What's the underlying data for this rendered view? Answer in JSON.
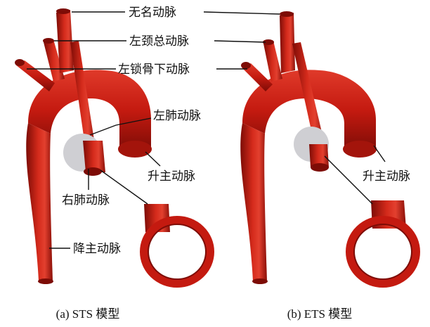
{
  "panels": [
    {
      "caption": "(a) STS 模型",
      "labels": {
        "innominate_artery": "无名动脉",
        "left_common_carotid_artery": "左颈总动脉",
        "left_subclavian_artery": "左锁骨下动脉",
        "left_pulmonary_artery": "左肺动脉",
        "ascending_aorta": "升主动脉",
        "right_pulmonary_artery": "右肺动脉",
        "descending_aorta": "降主动脉"
      }
    },
    {
      "caption": "(b) ETS 模型",
      "labels": {
        "ascending_aorta": "升主动脉"
      }
    }
  ],
  "colors": {
    "vessel": "#c41a10",
    "vessel_dark": "#7d0c06",
    "vessel_light": "#e3402f",
    "highlight_circle": "#cfcfd3"
  }
}
